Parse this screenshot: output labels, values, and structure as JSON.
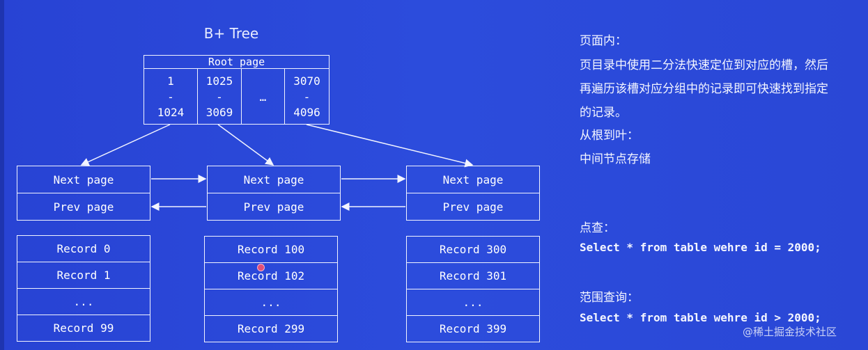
{
  "title": "B+ Tree",
  "root": {
    "header": "Root page",
    "cols": [
      {
        "top": "1",
        "dash": "-",
        "bottom": "1024"
      },
      {
        "top": "1025",
        "dash": "-",
        "bottom": "3069"
      },
      {
        "mid": "…"
      },
      {
        "top": "3070",
        "dash": "-",
        "bottom": "4096"
      }
    ]
  },
  "leaves": [
    {
      "next": "Next page",
      "prev": "Prev page"
    },
    {
      "next": "Next page",
      "prev": "Prev page"
    },
    {
      "next": "Next page",
      "prev": "Prev page"
    }
  ],
  "records": [
    [
      "Record 0",
      "Record 1",
      "...",
      "Record 99"
    ],
    [
      "Record 100",
      "Record 102",
      "...",
      "Record 299"
    ],
    [
      "Record 300",
      "Record 301",
      "...",
      "Record 399"
    ]
  ],
  "notes": {
    "page_inner_heading": "页面内：",
    "page_inner_line1": "页目录中使用二分法快速定位到对应的槽，然后",
    "page_inner_line2": "再遍历该槽对应分组中的记录即可快速找到指定",
    "page_inner_line3": "的记录。",
    "root_to_leaf_heading": "从根到叶：",
    "root_to_leaf_text": "中间节点存储",
    "point_query_heading": "点查：",
    "point_query_sql": "Select * from table wehre id = 2000;",
    "range_query_heading": "范围查询：",
    "range_query_sql": "Select * from table wehre id > 2000;"
  },
  "watermark": "@稀土掘金技术社区"
}
